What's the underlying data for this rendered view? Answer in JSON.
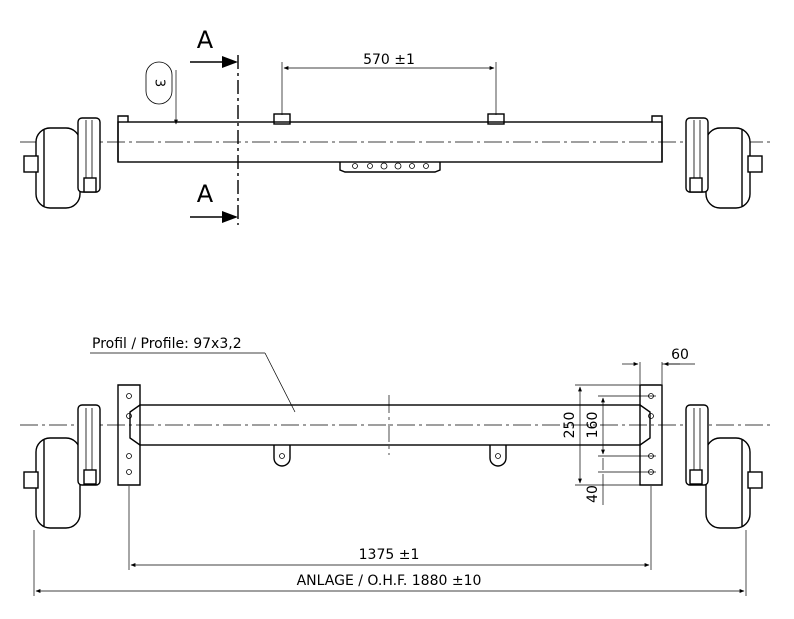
{
  "section": {
    "marker": "A"
  },
  "top_view": {
    "bracket_spacing": "570 ±1",
    "wall_thickness": "3"
  },
  "front_view": {
    "profile_label": "Profil / Profile: 97x3,2",
    "dim_plate_width": "60",
    "dim_250": "250",
    "dim_160": "160",
    "dim_40": "40",
    "dim_mount_spacing": "1375 ±1",
    "dim_overall": "ANLAGE / O.H.F. 1880 ±10"
  }
}
